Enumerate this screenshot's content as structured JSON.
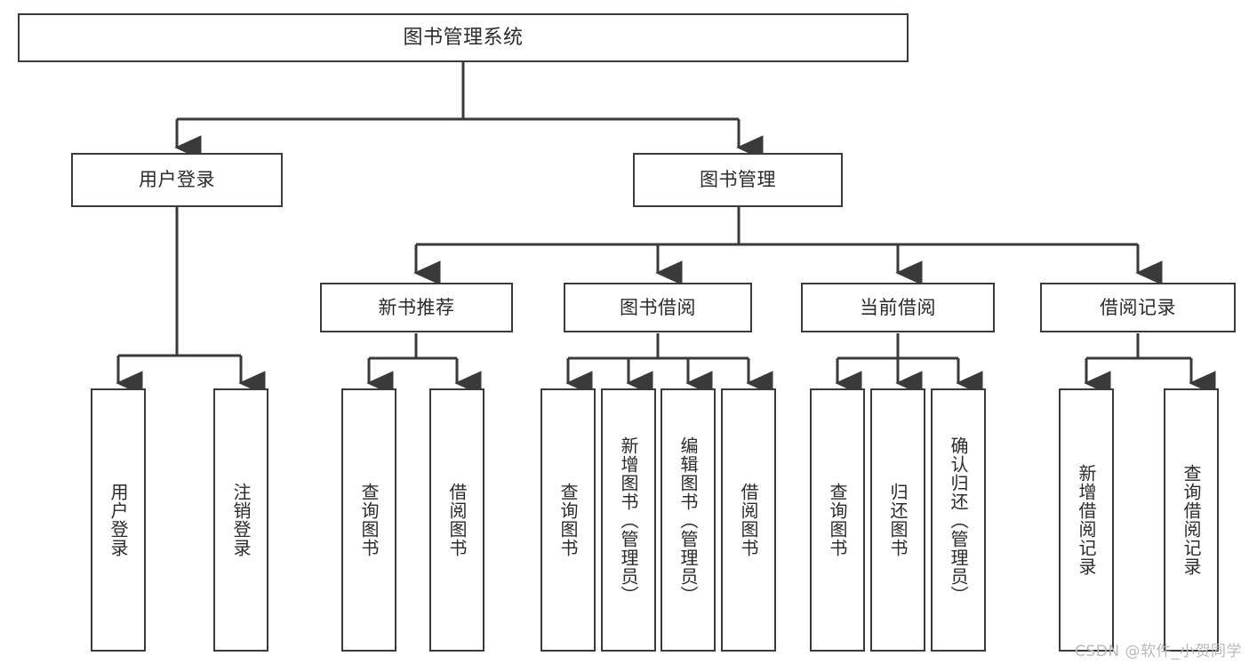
{
  "diagram": {
    "title": "图书管理系统",
    "type": "tree-hierarchy-diagram",
    "colors": {
      "box_border": "#3a3a3a",
      "box_fill": "#ffffff",
      "edge": "#3a3a3a",
      "text": "#2b2b2b",
      "watermark": "#b9b9b9",
      "background": "#ffffff"
    },
    "watermark": "CSDN @软件_小贺同学"
  },
  "nodes": {
    "root": {
      "label": "图书管理系统"
    },
    "level2": [
      {
        "label": "用户登录"
      },
      {
        "label": "图书管理"
      }
    ],
    "level3": [
      {
        "label": "新书推荐"
      },
      {
        "label": "图书借阅"
      },
      {
        "label": "当前借阅"
      },
      {
        "label": "借阅记录"
      }
    ],
    "leaves": {
      "user_login": [
        {
          "label": "用户登录"
        },
        {
          "label": "注销登录"
        }
      ],
      "new_book_recommend": [
        {
          "label": "查询图书"
        },
        {
          "label": "借阅图书"
        }
      ],
      "book_borrow": [
        {
          "label": "查询图书"
        },
        {
          "label": "新增图书（管理员）"
        },
        {
          "label": "编辑图书（管理员）"
        },
        {
          "label": "借阅图书"
        }
      ],
      "current_borrow": [
        {
          "label": "查询图书"
        },
        {
          "label": "归还图书"
        },
        {
          "label": "确认归还（管理员）"
        }
      ],
      "borrow_record": [
        {
          "label": "新增借阅记录"
        },
        {
          "label": "查询借阅记录"
        }
      ]
    }
  }
}
